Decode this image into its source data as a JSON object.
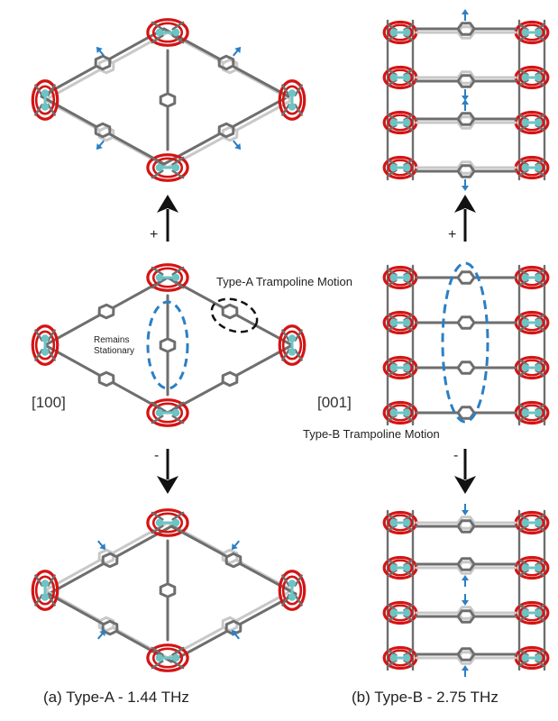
{
  "labels": {
    "dir_a": "[100]",
    "dir_b": "[001]",
    "type_a_motion": "Type-A Trampoline Motion",
    "type_b_motion": "Type-B Trampoline Motion",
    "remains_line1": "Remains",
    "remains_line2": "Stationary",
    "plus_a": "+",
    "plus_b": "+",
    "minus_a": "-",
    "minus_b": "-",
    "caption_a": "(a)  Type-A - 1.44 THz",
    "caption_b": "(b)  Type-B - 2.75 THz"
  },
  "colors": {
    "oxygen": "#d41414",
    "metal": "#6cc4c4",
    "carbon": "#6e6e6e",
    "ghost": "#c8c8c8",
    "displacement_arrow": "#2c7fc4",
    "highlight_blue": "#2c7fc4",
    "highlight_black": "#111111"
  },
  "structures": [
    {
      "view": "[100]",
      "state": "displaced +"
    },
    {
      "view": "[100]",
      "state": "equilibrium"
    },
    {
      "view": "[100]",
      "state": "displaced -"
    },
    {
      "view": "[001]",
      "state": "displaced +"
    },
    {
      "view": "[001]",
      "state": "equilibrium"
    },
    {
      "view": "[001]",
      "state": "displaced -"
    }
  ]
}
